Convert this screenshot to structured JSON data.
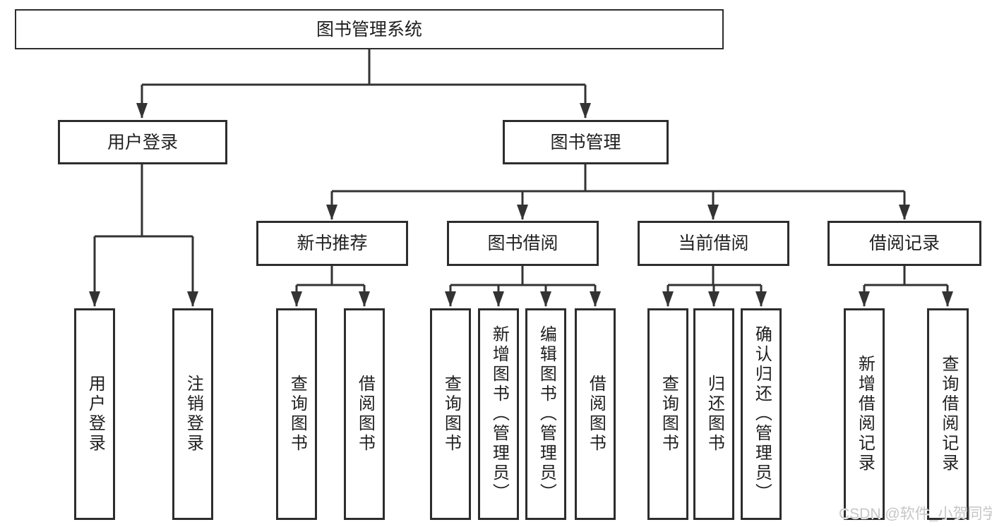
{
  "diagram": {
    "type": "tree-diagram",
    "root": {
      "label": "图书管理系统"
    },
    "branches": [
      {
        "label": "用户登录",
        "children": [
          {
            "label": "用户登录"
          },
          {
            "label": "注销登录"
          }
        ]
      },
      {
        "label": "图书管理",
        "children": [
          {
            "label": "新书推荐",
            "children": [
              {
                "label": "查询图书"
              },
              {
                "label": "借阅图书"
              }
            ]
          },
          {
            "label": "图书借阅",
            "children": [
              {
                "label": "查询图书"
              },
              {
                "label": "新增图书（管理员）"
              },
              {
                "label": "编辑图书（管理员）"
              },
              {
                "label": "借阅图书"
              }
            ]
          },
          {
            "label": "当前借阅",
            "children": [
              {
                "label": "查询图书"
              },
              {
                "label": "归还图书"
              },
              {
                "label": "确认归还（管理员）"
              }
            ]
          },
          {
            "label": "借阅记录",
            "children": [
              {
                "label": "新增借阅记录"
              },
              {
                "label": "查询借阅记录"
              }
            ]
          }
        ]
      }
    ]
  },
  "watermark": {
    "text": "CSDN @软件_小贺同学"
  },
  "colors": {
    "line": "#333333",
    "border": "#2d2d2d",
    "text": "#1f1f1f",
    "background": "#ffffff",
    "watermark": "#c6c6c6"
  }
}
